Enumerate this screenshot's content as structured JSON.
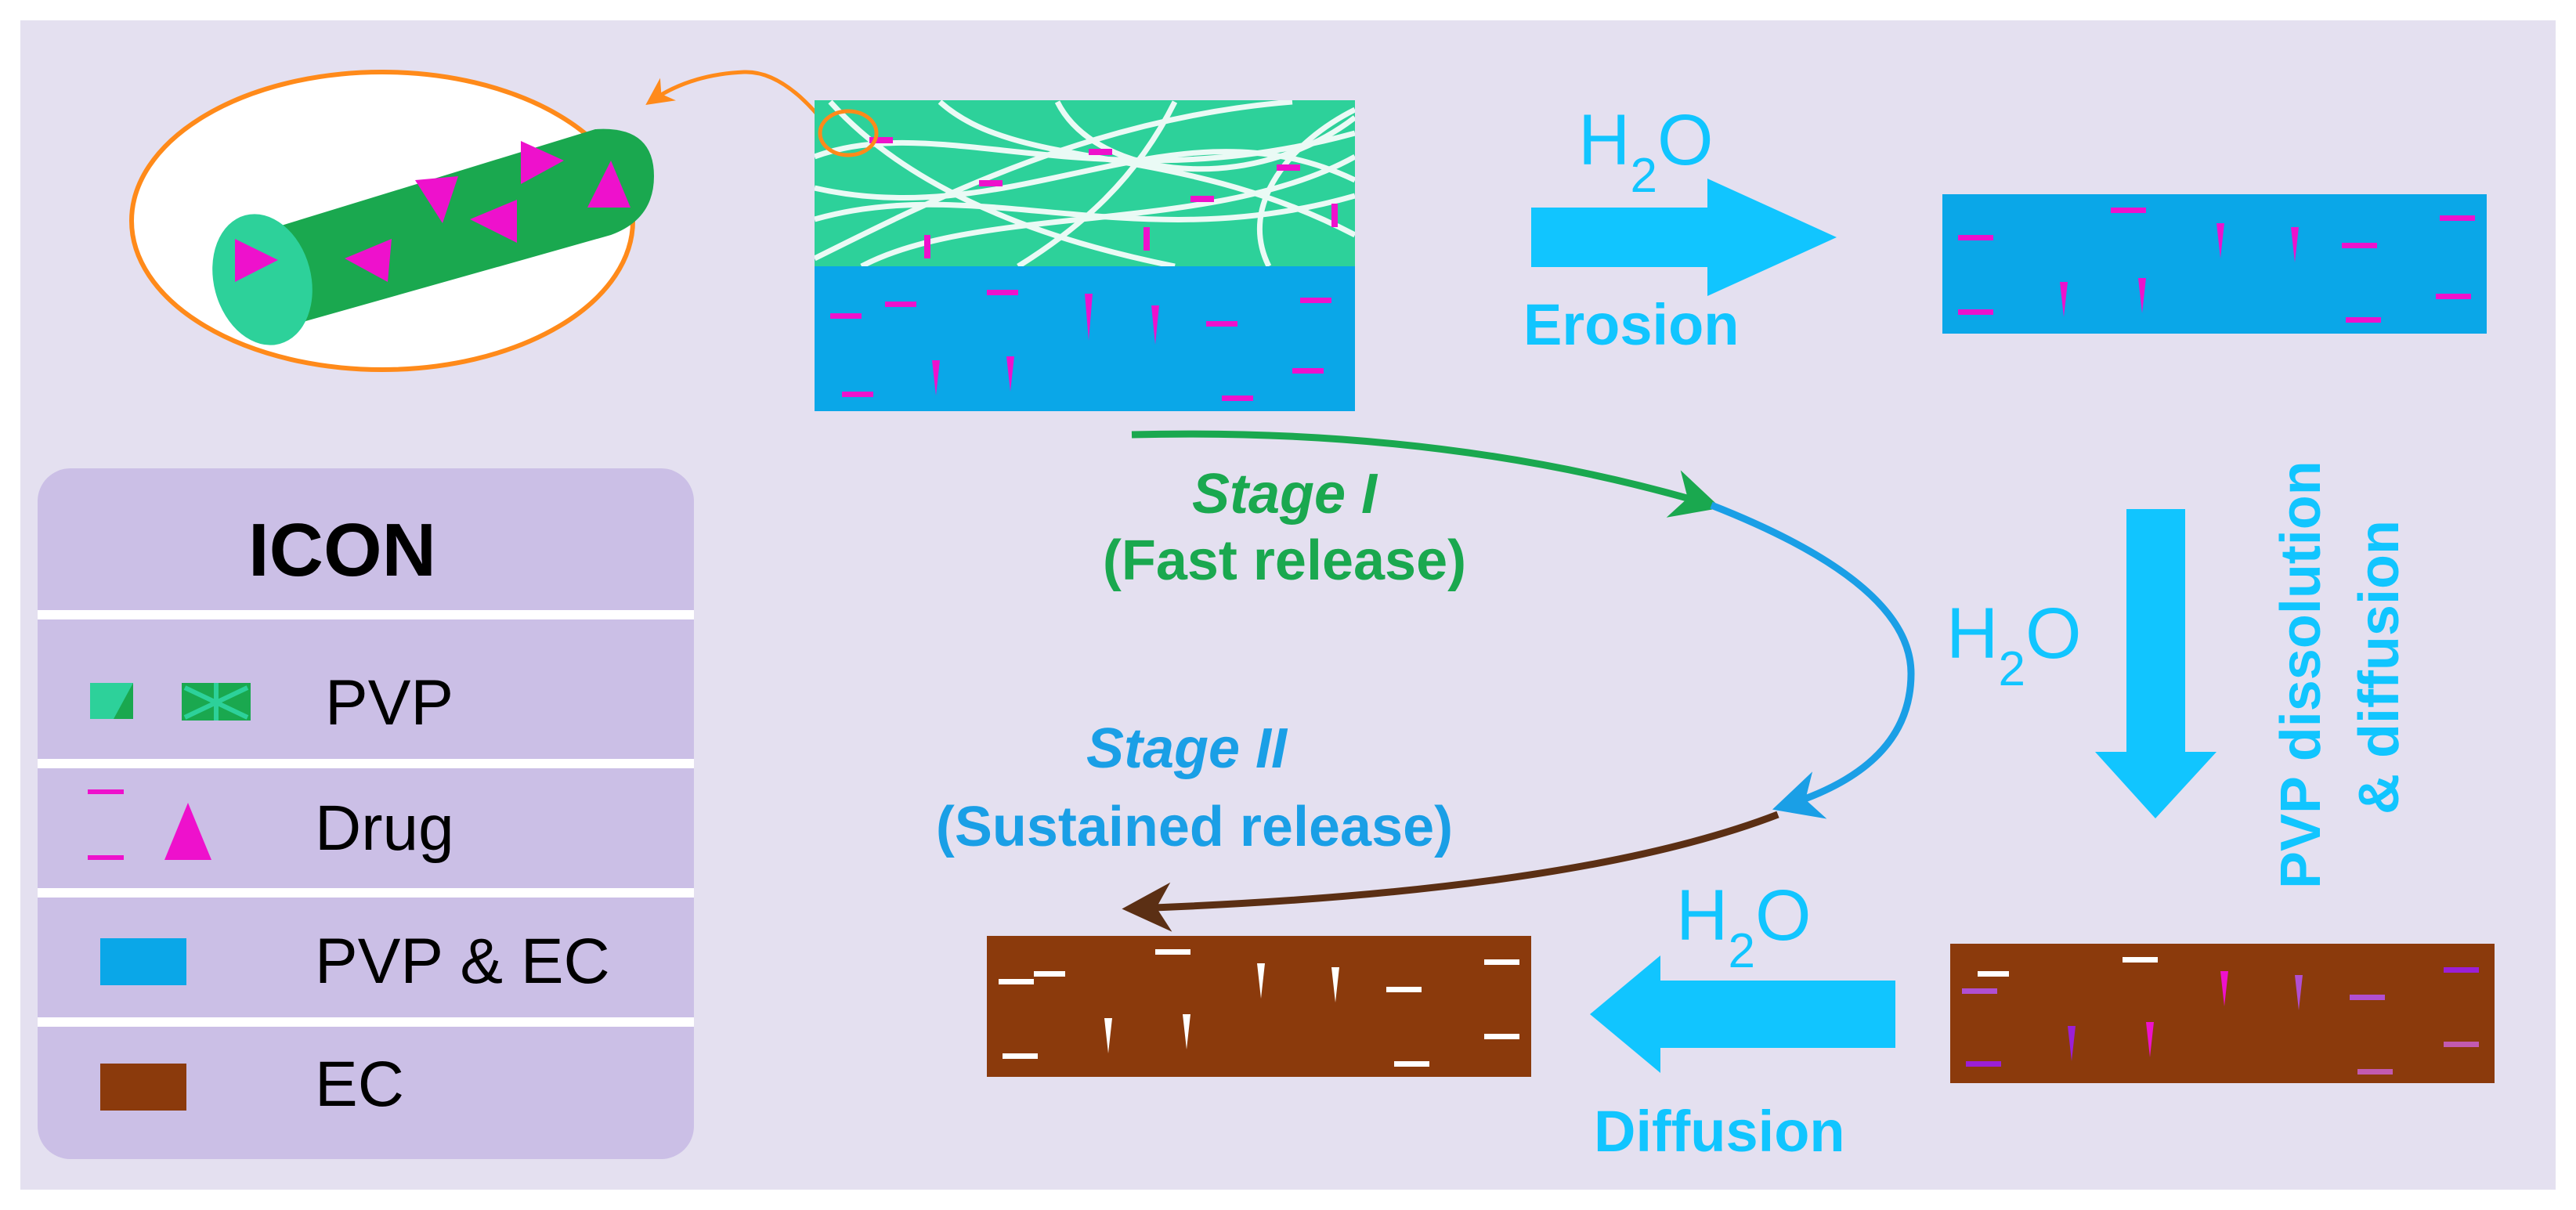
{
  "colors": {
    "background": "#ffffff",
    "panel": "#e4e0f0",
    "legend_panel": "#cbbfe6",
    "pvp_green": "#1aa84f",
    "pvp_light": "#2dd19a",
    "drug_magenta": "#ee11cc",
    "pvp_ec_blue": "#0aa7e8",
    "ec_brown": "#8b3a0c",
    "arrow_cyan": "#11c5ff",
    "stage1_green": "#1aa84f",
    "stage2_blue": "#1a9fe6",
    "curve_brown": "#5b2f14",
    "fiber_orange": "#ff8a1a"
  },
  "labels": {
    "erosion_h2o": "H2O",
    "erosion": "Erosion",
    "dissolution_h2o": "H2O",
    "dissolution_line1": "PVP dissolution",
    "dissolution_line2": "& diffusion",
    "diffusion_h2o": "H2O",
    "diffusion": "Diffusion",
    "stage1_title": "Stage I",
    "stage1_sub": "(Fast release)",
    "stage2_title": "Stage II",
    "stage2_sub": "(Sustained release)"
  },
  "legend": {
    "title": "ICON",
    "items": [
      {
        "label": "PVP",
        "swatch": "pvp-swatch"
      },
      {
        "label": "Drug",
        "swatch": "drug-swatch"
      },
      {
        "label": "PVP & EC",
        "swatch": "pvp-ec-swatch"
      },
      {
        "label": "EC",
        "swatch": "ec-swatch"
      }
    ]
  }
}
